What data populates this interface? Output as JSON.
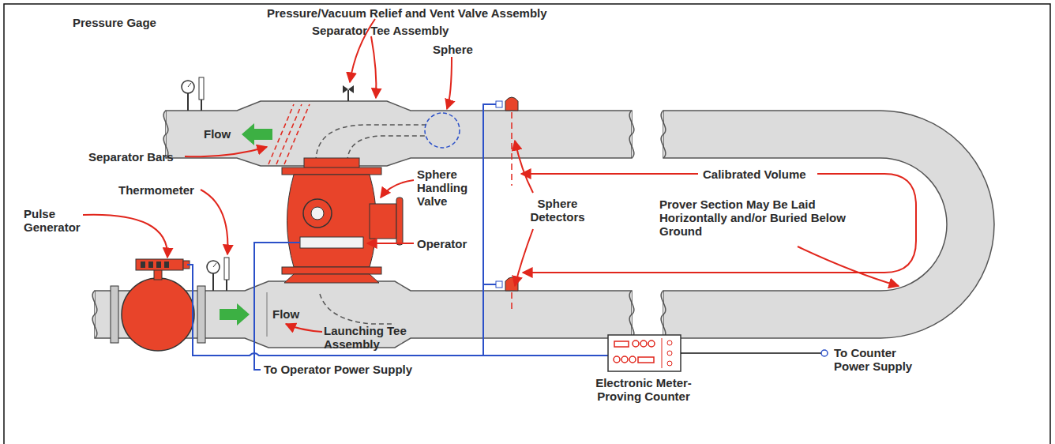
{
  "diagram": {
    "labels": [
      "Pressure Gage",
      "Pressure/Vacuum Relief and Vent Valve Assembly",
      "Separator Tee Assembly",
      "Sphere",
      "Flow",
      "Separator Bars",
      "Thermometer",
      "Sphere Handling Valve",
      "Pulse Generator",
      "Sphere Detectors",
      "Calibrated Volume",
      "Prover Section May Be Laid Horizontally and/or Buried Below Ground",
      "Operator",
      "Flow",
      "Launching Tee Assembly",
      "To Operator Power Supply",
      "Electronic Meter-Proving Counter",
      "To Counter Power Supply"
    ]
  }
}
